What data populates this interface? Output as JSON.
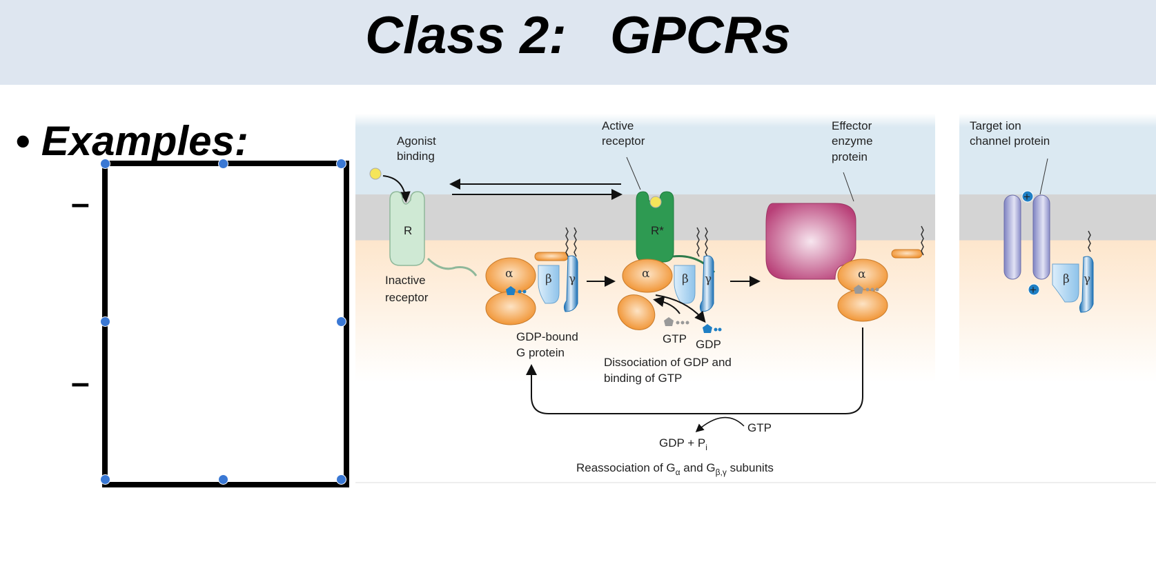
{
  "slide": {
    "title": "Class 2:   GPCRs",
    "bullet": "Examples:",
    "bullet_marker": "•",
    "sub_bullets": [
      "–",
      "–"
    ]
  },
  "diagram": {
    "agonist": [
      "Agonist",
      "binding"
    ],
    "active_receptor": [
      "Active",
      "receptor"
    ],
    "effector": [
      "Effector",
      "enzyme",
      "protein"
    ],
    "target_ion": [
      "Target ion",
      "channel protein"
    ],
    "receptor_inactive_label": "R",
    "receptor_active_label": "R*",
    "inactive_receptor": [
      "Inactive",
      "receptor"
    ],
    "gdp_bound": [
      "GDP-bound",
      "G protein"
    ],
    "gtp": "GTP",
    "gdp": "GDP",
    "dissociation": [
      "Dissociation of GDP and",
      "binding of GTP"
    ],
    "gtp_bottom": "GTP",
    "gdp_pi": "GDP + P",
    "gdp_pi_sub": "i",
    "reassociation": {
      "prefix": "Reassociation of G",
      "sub1": "α",
      "mid": " and G",
      "sub2": "β,γ",
      "suffix": " subunits"
    },
    "alpha": "α",
    "beta": "β",
    "gamma": "γ",
    "colors": {
      "membrane": "#d4d4d4",
      "extracellular": "#dbe9f2",
      "cytoplasm": "#fde6cc",
      "g_alpha": "#f39a3a",
      "g_beta": "#b4d8f2",
      "g_gamma": "#1f7fc4",
      "receptor_inactive": "#c9e6cf",
      "receptor_active": "#2e9a52",
      "effector": "#c0487f",
      "ion_channel": "#9c9fd2"
    }
  }
}
